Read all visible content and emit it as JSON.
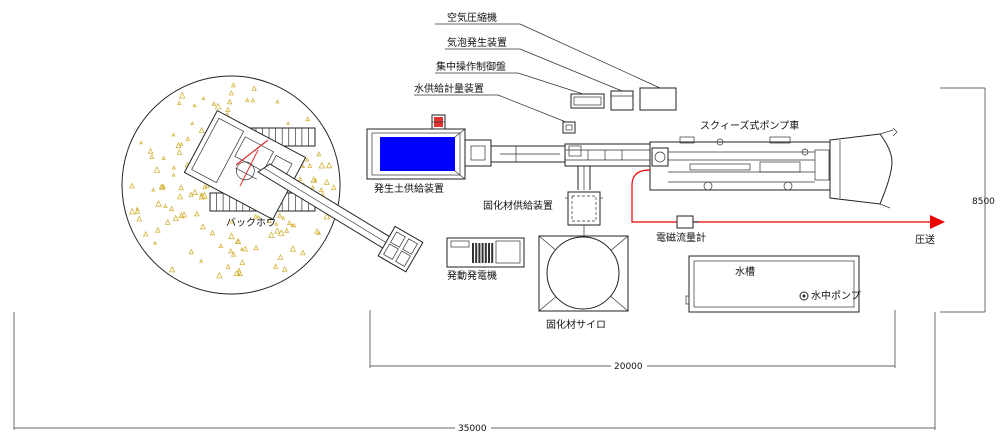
{
  "labels": {
    "air_compressor": "空気圧縮機",
    "foam_generator": "気泡発生装置",
    "central_control_panel": "集中操作制御盤",
    "water_meter": "水供給計量装置",
    "squeeze_pump_truck": "スクィーズ式ポンプ車",
    "soil_feeder": "発生土供給装置",
    "backhoe": "バックホウ",
    "solidifier_feeder": "固化材供給装置",
    "generator": "発動発電機",
    "solidifier_silo": "固化材サイロ",
    "flowmeter": "電磁流量計",
    "pumping": "圧送",
    "water_tank": "水槽",
    "submersible_pump": "水中ポンプ"
  },
  "dimensions": {
    "height": "8500",
    "mid_width": "20000",
    "total_width": "35000"
  },
  "colors": {
    "hopper_fill": "#0000ff",
    "flow_line": "#ee0000",
    "soil_dots": "#d4b43c",
    "lamp": "#e03030"
  }
}
